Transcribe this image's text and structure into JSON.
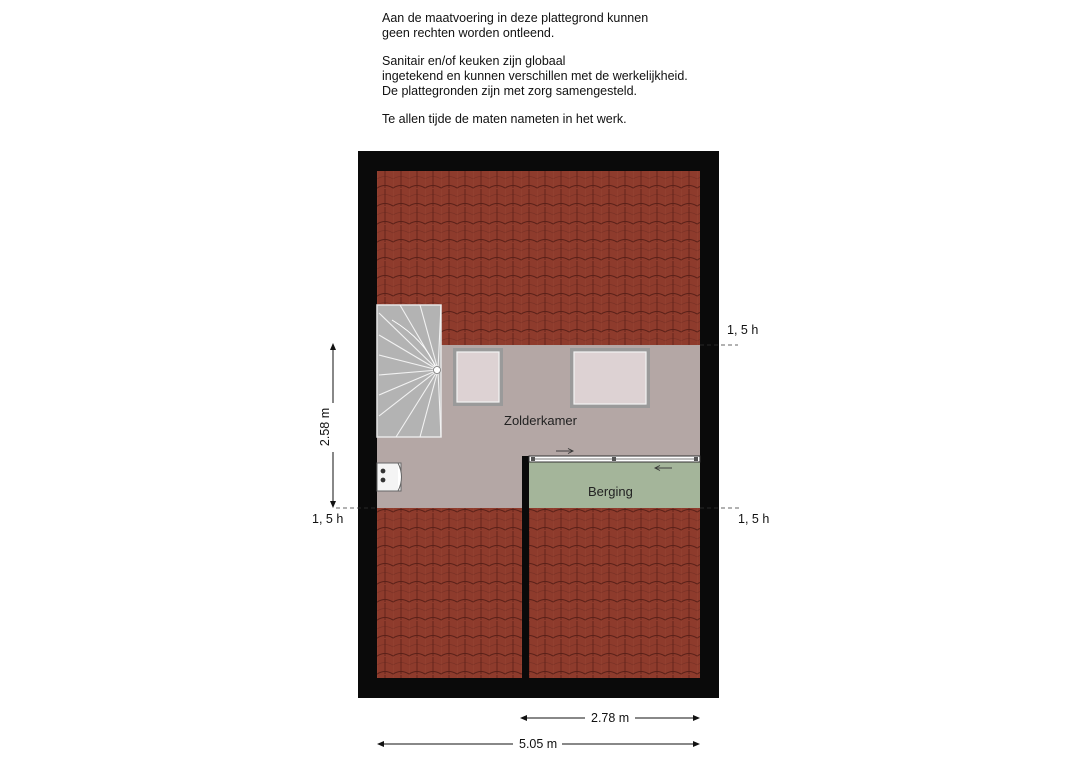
{
  "disclaimer": {
    "p1_l1": "Aan de maatvoering in deze plattegrond kunnen",
    "p1_l2": "geen rechten worden ontleend.",
    "p2_l1": "Sanitair en/of keuken zijn globaal",
    "p2_l2": "ingetekend en kunnen verschillen met de werkelijkheid.",
    "p2_l3": "De plattegronden zijn met zorg samengesteld.",
    "p3_l1": "Te allen tijde de maten nameten in het werk."
  },
  "rooms": {
    "zolderkamer": "Zolderkamer",
    "berging": "Berging"
  },
  "markers": {
    "height_top_right": "1, 5 h",
    "height_bottom_left": "1, 5 h",
    "height_bottom_right": "1, 5 h"
  },
  "dimensions": {
    "vertical_left": "2.58 m",
    "inner_width": "2.78 m",
    "total_width": "5.05 m"
  },
  "colors": {
    "wall": "#0a0a0a",
    "roof_tile": "#8e3b2c",
    "floor": "#b4a7a5",
    "berging": "#a4b59a",
    "stairs": "#b3b3b3"
  }
}
